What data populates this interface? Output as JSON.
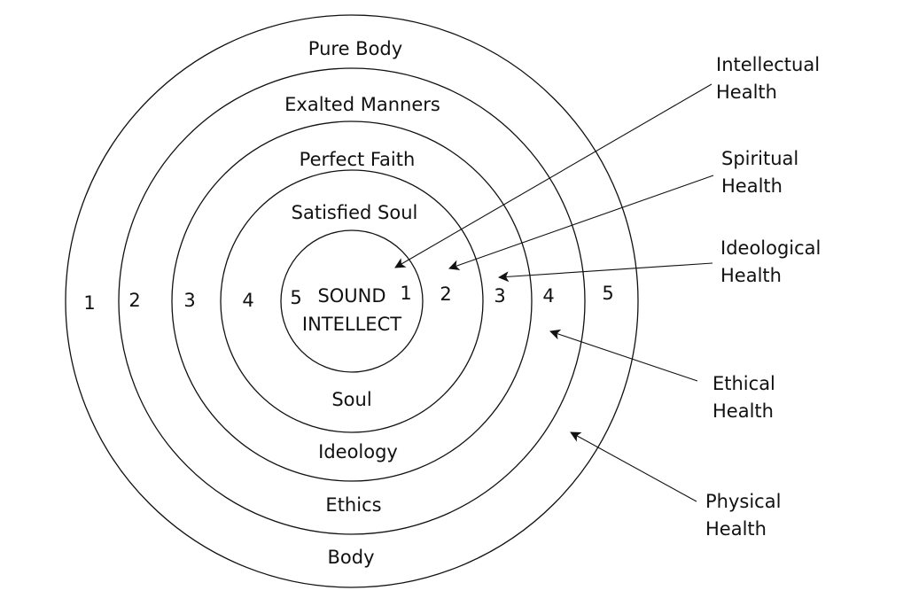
{
  "rings": [
    {
      "top_label": "Pure Body",
      "bottom_label": "Body"
    },
    {
      "top_label": "Exalted Manners",
      "bottom_label": "Ethics"
    },
    {
      "top_label": "Perfect Faith",
      "bottom_label": "Ideology"
    },
    {
      "top_label": "Satisfied Soul",
      "bottom_label": "Soul"
    }
  ],
  "center": {
    "line1": "SOUND",
    "line2": "INTELLECT"
  },
  "left_numbers": [
    "1",
    "2",
    "3",
    "4",
    "5"
  ],
  "right_numbers": [
    "1",
    "2",
    "3",
    "4",
    "5"
  ],
  "health_labels": [
    {
      "line1": "Intellectual",
      "line2": "Health"
    },
    {
      "line1": "Spiritual",
      "line2": "Health"
    },
    {
      "line1": "Ideological",
      "line2": "Health"
    },
    {
      "line1": "Ethical",
      "line2": "Health"
    },
    {
      "line1": "Physical",
      "line2": "Health"
    }
  ],
  "colors": {
    "stroke": "#111111",
    "background": "#ffffff"
  }
}
